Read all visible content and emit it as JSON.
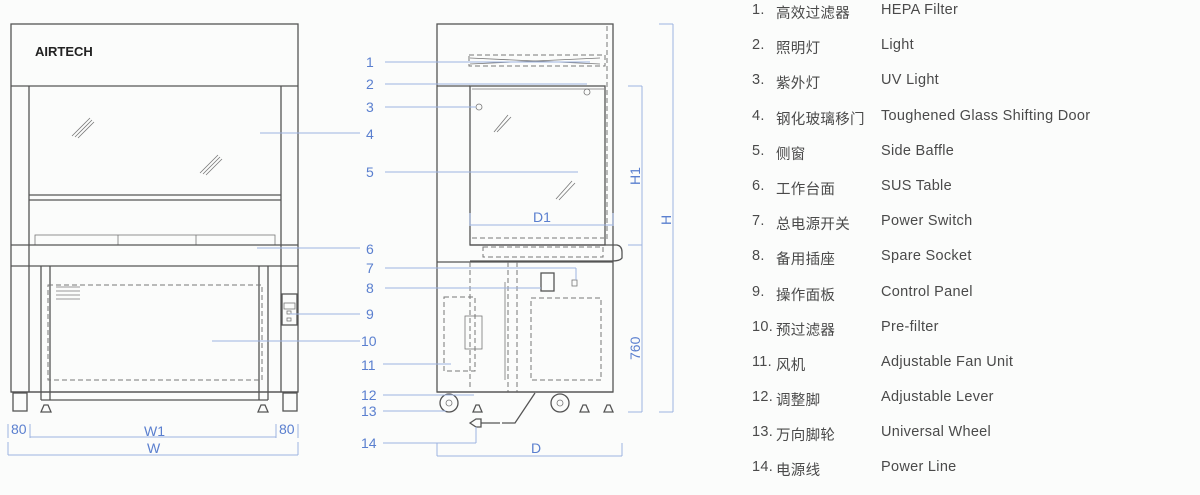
{
  "brand": "AIRTECH",
  "callouts": [
    "1",
    "2",
    "3",
    "4",
    "5",
    "6",
    "7",
    "8",
    "9",
    "10",
    "11",
    "12",
    "13",
    "14"
  ],
  "dimensions": {
    "side": "80",
    "w1": "W1",
    "w": "W",
    "h1": "H1",
    "h": "H",
    "d1": "D1",
    "d": "D",
    "base_height": "760"
  },
  "legend": [
    {
      "num": "1.",
      "zh": "高效过滤器",
      "en": "HEPA Filter"
    },
    {
      "num": "2.",
      "zh": "照明灯",
      "en": "Light"
    },
    {
      "num": "3.",
      "zh": "紫外灯",
      "en": "UV Light"
    },
    {
      "num": "4.",
      "zh": "钢化玻璃移门",
      "en": "Toughened Glass Shifting Door"
    },
    {
      "num": "5.",
      "zh": "侧窗",
      "en": "Side Baffle"
    },
    {
      "num": "6.",
      "zh": "工作台面",
      "en": "SUS Table"
    },
    {
      "num": "7.",
      "zh": "总电源开关",
      "en": "Power Switch"
    },
    {
      "num": "8.",
      "zh": "备用插座",
      "en": "Spare Socket"
    },
    {
      "num": "9.",
      "zh": "操作面板",
      "en": "Control Panel"
    },
    {
      "num": "10.",
      "zh": "预过滤器",
      "en": "Pre-filter"
    },
    {
      "num": "11.",
      "zh": "风机",
      "en": "Adjustable Fan Unit"
    },
    {
      "num": "12.",
      "zh": "调整脚",
      "en": "Adjustable Lever"
    },
    {
      "num": "13.",
      "zh": "万向脚轮",
      "en": "Universal Wheel"
    },
    {
      "num": "14.",
      "zh": "电源线",
      "en": "Power Line"
    }
  ]
}
